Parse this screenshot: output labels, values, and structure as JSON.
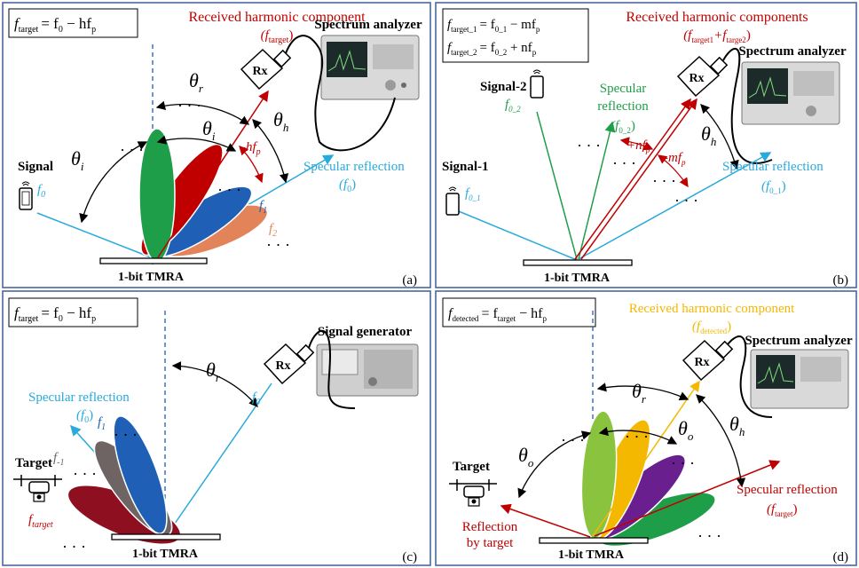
{
  "colors": {
    "panel_border": "#3b5d9a",
    "cyan": "#29a9dc",
    "red": "#c00000",
    "green": "#1f9e4a",
    "orange": "#f5b800",
    "blue_lobe": "#1f5fb5",
    "salmon_lobe": "#e2835a",
    "gray_lobe": "#6f6464",
    "purple_lobe": "#6a1f8f",
    "lightgreen_lobe": "#8ac43f",
    "darkred_lobe": "#8e1020"
  },
  "common": {
    "tmra_label": "1-bit TMRA",
    "rx_label": "Rx",
    "ellipsis": "· · ·"
  },
  "panel_a": {
    "tag": "(a)",
    "eq": {
      "lhs": "f",
      "lhs_sub": "target",
      "rhs": "= f",
      "rhs_sub1": "0",
      "rhs_rest": " − hf",
      "rhs_sub2": "p"
    },
    "received_title": "Received harmonic component",
    "received_sym": "(f",
    "received_sub": "target",
    "received_close": ")",
    "instrument": "Spectrum analyzer",
    "signal": "Signal",
    "f0": "f",
    "f0_sub": "0",
    "specular": "Specular reflection",
    "specular_sym": "(f",
    "specular_sub": "0",
    "specular_close": ")",
    "theta_r": "θ",
    "theta_r_sub": "r",
    "theta_i": "θ",
    "theta_i_sub": "i",
    "theta_h": "θ",
    "theta_h_sub": "h",
    "neg_hfp": "-hf",
    "neg_hfp_sub": "p",
    "f1": "f",
    "f1_sub": "1",
    "f2": "f",
    "f2_sub": "2"
  },
  "panel_b": {
    "tag": "(b)",
    "eq1": {
      "lhs": "f",
      "lhs_sub": "target_1",
      "rhs": "= f",
      "rhs_sub": "0_1",
      "rest": " − mf",
      "rest_sub": "p"
    },
    "eq2": {
      "lhs": "f",
      "lhs_sub": "target_2",
      "rhs": "= f",
      "rhs_sub": "0_2",
      "rest": " + nf",
      "rest_sub": "p"
    },
    "received_title": "Received harmonic components",
    "received_sym": "(f",
    "received_sub1": "target1",
    "received_plus": "+f",
    "received_sub2": "targe2",
    "received_close": ")",
    "instrument": "Spectrum analyzer",
    "signal2": "Signal-2",
    "f02": "f",
    "f02_sub": "0_2",
    "specular_green_1": "Specular",
    "specular_green_2": "reflection",
    "specular_green_sym": "(f",
    "specular_green_sub": "0_2",
    "specular_green_close": ")",
    "plus_nfp": "+nf",
    "plus_nfp_sub": "p",
    "minus_mfp": "-mf",
    "minus_mfp_sub": "p",
    "theta_h": "θ",
    "theta_h_sub": "h",
    "signal1": "Signal-1",
    "f01": "f",
    "f01_sub": "0_1",
    "specular": "Specular reflection",
    "specular_sym": "(f",
    "specular_sub": "0_1",
    "specular_close": ")"
  },
  "panel_c": {
    "tag": "(c)",
    "eq": {
      "lhs": "f",
      "lhs_sub": "target",
      "rhs": "= f",
      "rhs_sub1": "0",
      "rhs_rest": " − hf",
      "rhs_sub2": "p"
    },
    "instrument": "Signal generator",
    "theta_r": "θ",
    "theta_r_sub": "r",
    "f0": "f",
    "f0_sub": "0",
    "specular": "Specular reflection",
    "specular_sym": "(f",
    "specular_sub": "0",
    "specular_close": ")",
    "f1": "f",
    "f1_sub": "1",
    "fm1": "f",
    "fm1_sub": "-1",
    "target": "Target",
    "ftarget": "f",
    "ftarget_sub": "target"
  },
  "panel_d": {
    "tag": "(d)",
    "eq": {
      "lhs": "f",
      "lhs_sub": "detected",
      "rhs": "= f",
      "rhs_sub1": "target",
      "rhs_rest": " − hf",
      "rhs_sub2": "p"
    },
    "received_title": "Received harmonic component",
    "received_sym": "(f",
    "received_sub": "detected",
    "received_close": ")",
    "instrument": "Spectrum analyzer",
    "theta_r": "θ",
    "theta_r_sub": "r",
    "theta_o1": "θ",
    "theta_o1_sub": "o",
    "theta_o2": "θ",
    "theta_o2_sub": "o",
    "theta_h": "θ",
    "theta_h_sub": "h",
    "target": "Target",
    "reflection_1": "Reflection",
    "reflection_2": "by target",
    "specular": "Specular reflection",
    "specular_sym": "(f",
    "specular_sub": "target",
    "specular_close": ")"
  }
}
